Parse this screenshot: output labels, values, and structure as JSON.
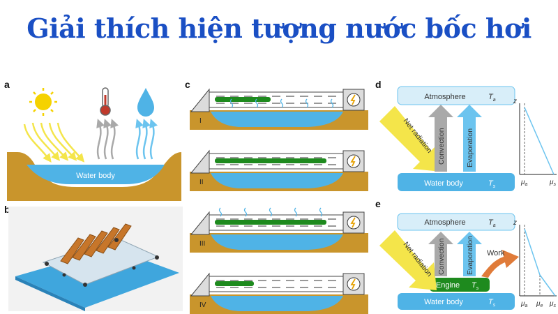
{
  "title": "Giải thích hiện tượng nước bốc hơi",
  "panels": {
    "a": {
      "label": "a",
      "water_body": "Water body"
    },
    "b": {
      "label": "b"
    },
    "c": {
      "label": "c",
      "stages": [
        "I",
        "II",
        "III",
        "IV"
      ]
    },
    "d": {
      "label": "d",
      "atmosphere": "Atmosphere",
      "t_a": "T",
      "t_a_sub": "a",
      "water_body": "Water body",
      "t_s": "T",
      "t_s_sub": "s",
      "net_radiation": "Net radiation",
      "convection": "Convection",
      "evaporation": "Evaporation",
      "axis_z": "z",
      "mu": "μ",
      "mu_a_sub": "a",
      "mu_s_sub": "s"
    },
    "e": {
      "label": "e",
      "atmosphere": "Atmosphere",
      "t_a": "T",
      "t_a_sub": "a",
      "engine": "Engine",
      "t_s": "T",
      "t_s_sub": "s",
      "water_body": "Water body",
      "net_radiation": "Net radiation",
      "convection": "Convection",
      "evaporation": "Evaporation",
      "work": "Work",
      "axis_z": "z",
      "mu": "μ",
      "mu_a_sub": "a",
      "mu_e_sub": "e",
      "mu_s_sub": "s"
    }
  },
  "colors": {
    "title": "#1a4fc4",
    "water": "#4fb3e6",
    "soil": "#c9952c",
    "engine": "#1e8a1e",
    "sun": "#f5d200",
    "arrow_yellow": "#f4e54a",
    "arrow_gray": "#a9a9a9",
    "arrow_blue": "#6cc4ef",
    "arrow_orange": "#e07b39"
  }
}
